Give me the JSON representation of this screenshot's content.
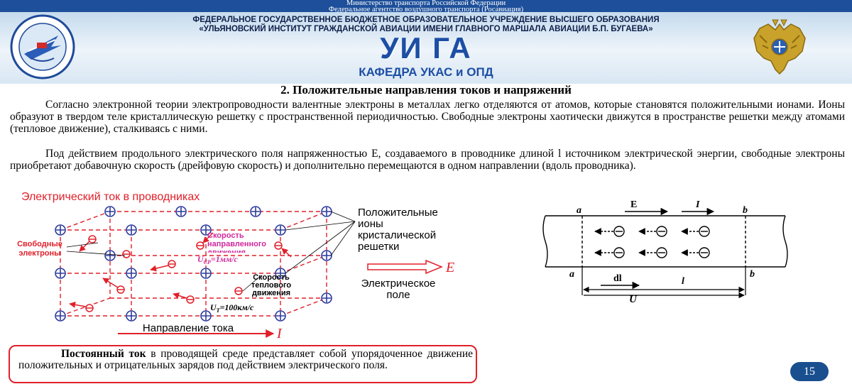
{
  "header": {
    "ministry_line1": "Министерство транспорта Российской Федерации",
    "ministry_line2": "Федеральное агентство воздушного транспорта (Росавиация)",
    "institution_line1": "ФЕДЕРАЛЬНОЕ ГОСУДАРСТВЕННОЕ БЮДЖЕТНОЕ ОБРАЗОВАТЕЛЬНОЕ УЧРЕЖДЕНИЕ ВЫСШЕГО ОБРАЗОВАНИЯ",
    "institution_line2": "«УЛЬЯНОВСКИЙ ИНСТИТУТ ГРАЖДАНСКОЙ АВИАЦИИ ИМЕНИ ГЛАВНОГО МАРШАЛА АВИАЦИИ Б.П. БУГАЕВА»",
    "abbr": "УИ ГА",
    "department": "КАФЕДРА УКАС и ОПД"
  },
  "slide": {
    "title": "2. Положительные направления токов и напряжений",
    "paragraph1": "Согласно электронной теории электропроводности валентные электроны в металлах легко отделяются от атомов, которые становятся положительными ионами. Ионы образуют в твердом теле кристаллическую решетку с пространственной периодичностью. Свободные электроны хаотически движутся в пространстве решетки между атомами (тепловое движение), сталкиваясь с ними.",
    "paragraph2": "Под действием продольного электрического поля напряженностью E, создаваемого в проводнике длиной l источником электрической энергии, свободные электроны приобретают добавочную скорость (дрейфовую скорость) и дополнительно перемещаются в одном направлении (вдоль проводника).",
    "page_number": "15"
  },
  "lattice_figure": {
    "title": "Электрический ток в проводниках",
    "free_electrons": "Свободные электроны",
    "drift_speed": "Скорость направленного движения",
    "ucp": "U",
    "ucp_sub": "CP",
    "ucp_value": "=1мм/с",
    "thermal_speed": "Скорость теплового движения",
    "ut": "U",
    "ut_sub": "T",
    "ut_value": "=100км/с",
    "ions_label": "Положительные ионы кристалической решетки",
    "field_letter": "E",
    "field_label": "Электрическое поле",
    "current_dir": "Направление тока",
    "current_letter": "I"
  },
  "conductor_figure": {
    "a": "a",
    "b": "b",
    "E": "E",
    "I": "I",
    "dl": "dl",
    "l": "l",
    "U": "U"
  },
  "box": {
    "bold": "Постоянный ток",
    "text": " в проводящей среде представляет собой упорядоченное движение положительных и отрицательных зарядов под действием электрического поля."
  },
  "colors": {
    "header_blue": "#1c4ea5",
    "ministry_bar": "#1d4f9a",
    "red": "#e0202a",
    "ion_blue": "#2c3a9c",
    "page_badge": "#1a4f8f"
  }
}
